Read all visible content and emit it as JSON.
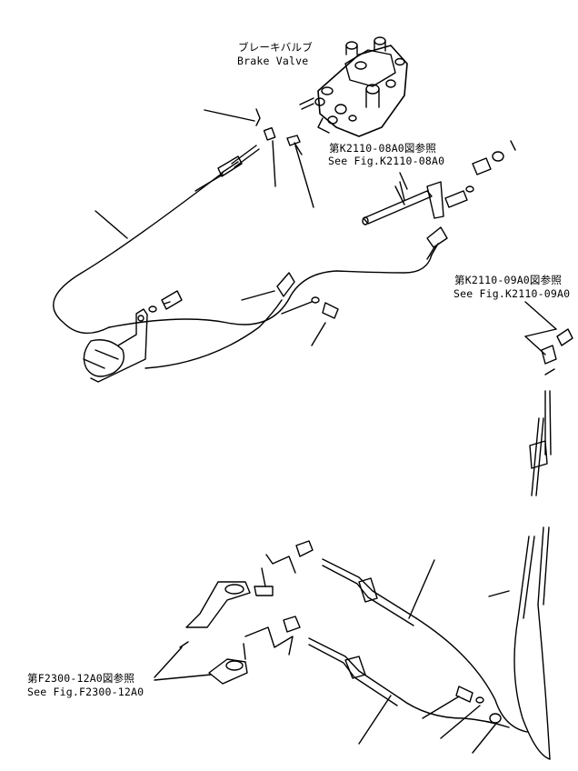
{
  "labels": {
    "brake_valve": {
      "jp": "ブレーキバルブ",
      "en": "Brake Valve"
    },
    "ref_k2110_08a0": {
      "jp": "第K2110-08A0図参照",
      "en": "See Fig.K2110-08A0"
    },
    "ref_k2110_09a0": {
      "jp": "第K2110-09A0図参照",
      "en": "See Fig.K2110-09A0"
    },
    "ref_f2300_12a0": {
      "jp": "第F2300-12A0図参照",
      "en": "See Fig.F2300-12A0"
    }
  },
  "colors": {
    "ink": "#000000",
    "paper": "#ffffff"
  }
}
